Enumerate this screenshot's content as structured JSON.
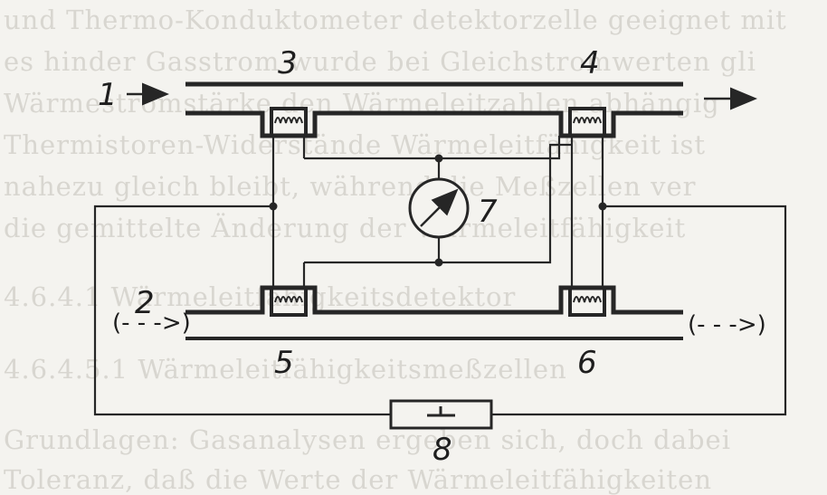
{
  "background_text": [
    "und Thermo-Konduktometer detektorzelle geeignet mit",
    "es hinder Gasstrom wurde bei Gleichstromwerten gli",
    "Wärmestromstärke den Wärmeleitzahlen abhängig",
    "Thermistoren-Widerstände Wärmeleitfähigkeit ist",
    "nahezu gleich bleibt, während die Meßzellen ver",
    "die gemittelte Änderung der Wärmeleitfähigkeit",
    "",
    "4.6.4.1 Wärmeleitfähigkeitsdetektor",
    "",
    "4.6.4.5.1 Wärmeleitfähigkeitsmeßzellen",
    "",
    "Grundlagen: Gasanalysen ergeben sich, doch dabei",
    "Toleranz, daß die Werte der Wärmeleitfähigkeiten"
  ],
  "labels": {
    "flow_in": "1",
    "reference_flow": "2",
    "cell_measure_left": "3",
    "cell_measure_right": "4",
    "cell_reference_left": "5",
    "cell_reference_right": "6",
    "meter": "7",
    "resistor": "8"
  },
  "flow_markers": {
    "reference_in": "(- - ->)",
    "reference_out": "(- - ->)"
  },
  "colors": {
    "ink": "#262626",
    "paper": "#f4f3ef",
    "ghost_text": "#d8d6d0"
  }
}
